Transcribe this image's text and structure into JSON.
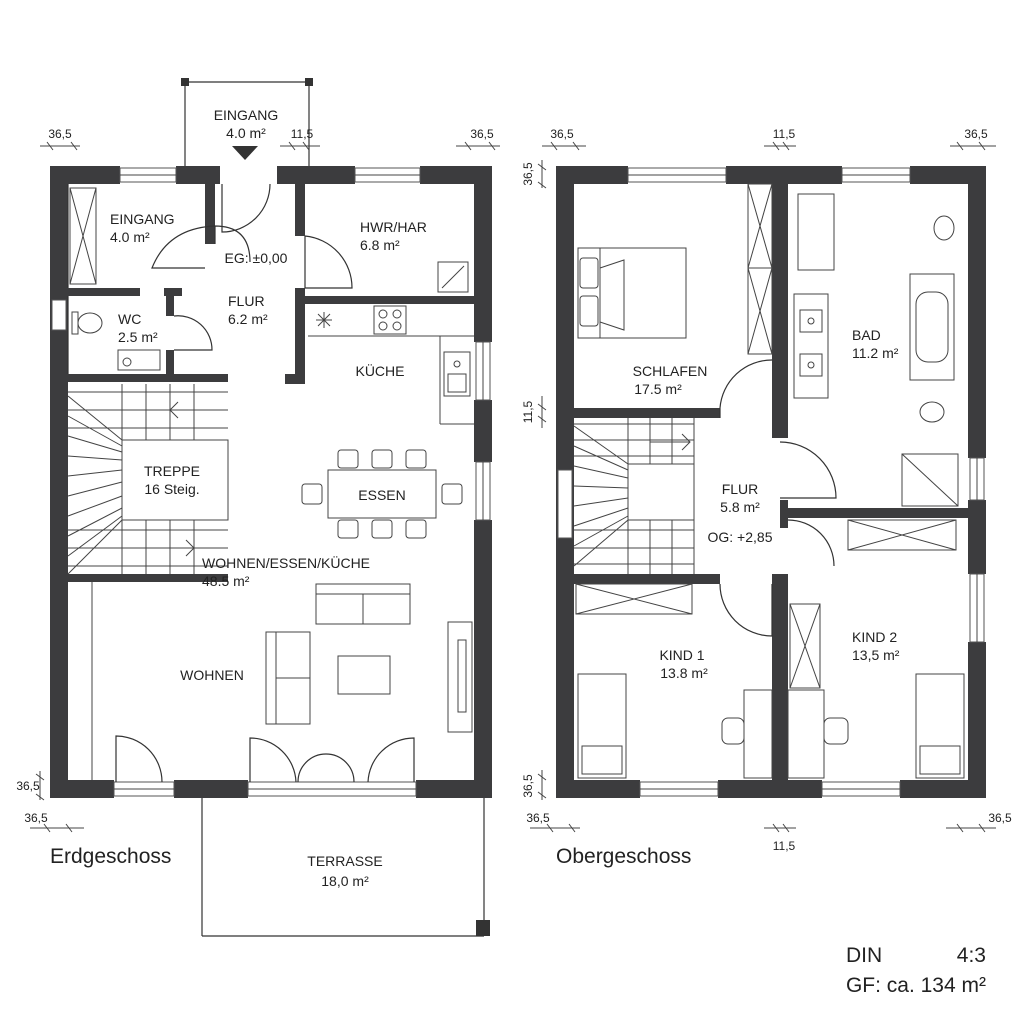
{
  "ground_floor": {
    "title": "Erdgeschoss",
    "entrance_outside": {
      "name": "EINGANG",
      "area": "4.0 m²"
    },
    "level": "EG: ±0,00",
    "rooms": {
      "eingang": {
        "name": "EINGANG",
        "area": "4.0 m²"
      },
      "hwr": {
        "name": "HWR/HAR",
        "area": "6.8 m²"
      },
      "wc": {
        "name": "WC",
        "area": "2.5 m²"
      },
      "flur": {
        "name": "FLUR",
        "area": "6.2 m²"
      },
      "kueche": {
        "name": "KÜCHE"
      },
      "treppe": {
        "name": "TREPPE",
        "detail": "16 Steig."
      },
      "essen": {
        "name": "ESSEN"
      },
      "wek": {
        "name": "WOHNEN/ESSEN/KÜCHE",
        "area": "48.5 m²"
      },
      "wohnen": {
        "name": "WOHNEN"
      },
      "terrasse": {
        "name": "TERRASSE",
        "area": "18,0 m²"
      }
    },
    "dimensions": {
      "left_top": "36,5",
      "mid_top": "11,5",
      "right_top": "36,5",
      "left_bottom_v": "36,5",
      "left_bottom_h": "36,5"
    }
  },
  "upper_floor": {
    "title": "Obergeschoss",
    "level": "OG: +2,85",
    "rooms": {
      "schlafen": {
        "name": "SCHLAFEN",
        "area": "17.5 m²"
      },
      "bad": {
        "name": "BAD",
        "area": "11.2 m²"
      },
      "flur": {
        "name": "FLUR",
        "area": "5.8 m²"
      },
      "kind1": {
        "name": "KIND 1",
        "area": "13.8 m²"
      },
      "kind2": {
        "name": "KIND 2",
        "area": "13,5 m²"
      }
    },
    "dimensions": {
      "left_top": "36,5",
      "mid_top": "11,5",
      "right_top": "36,5",
      "left_v_top": "36,5",
      "left_v_mid": "11,5",
      "left_v_bottom": "36,5",
      "bottom_left": "36,5",
      "bottom_mid": "11,5",
      "bottom_right": "36,5"
    }
  },
  "footer": {
    "din_label": "DIN",
    "ratio": "4:3",
    "gf": "GF: ca. 134 m²"
  }
}
